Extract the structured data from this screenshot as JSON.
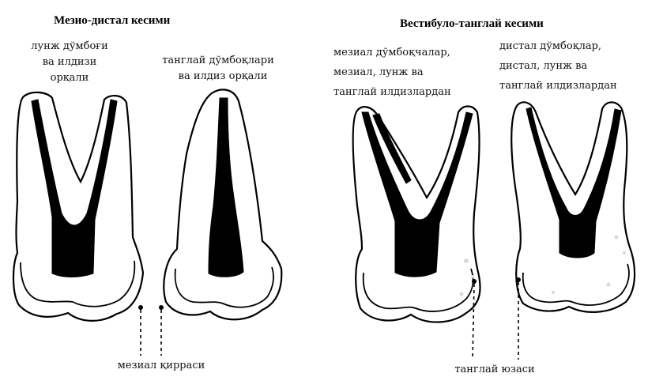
{
  "titles": {
    "left": "Мезио-дистал кесими",
    "right": "Вестибуло-танглай кесими"
  },
  "captions": {
    "tooth1": [
      "лунж дўмбоғи",
      "ва илдизи",
      "орқали"
    ],
    "tooth2": [
      "танглай дўмбоқлари",
      "ва илдиз орқали"
    ],
    "tooth3": [
      "мезиал дўмбоқчалар,",
      "мезиал, лунж ва",
      "танглай илдизлардан"
    ],
    "tooth4": [
      "дистал дўмбоқлар,",
      "дистал, лунж ва",
      "танглай илдизлардан"
    ]
  },
  "leaders": {
    "left": "мезиал қирраси",
    "right": "танглай юзаси"
  },
  "colors": {
    "ink": "#000000",
    "background": "#ffffff",
    "enamel_speckle": "#d9d9d9"
  }
}
